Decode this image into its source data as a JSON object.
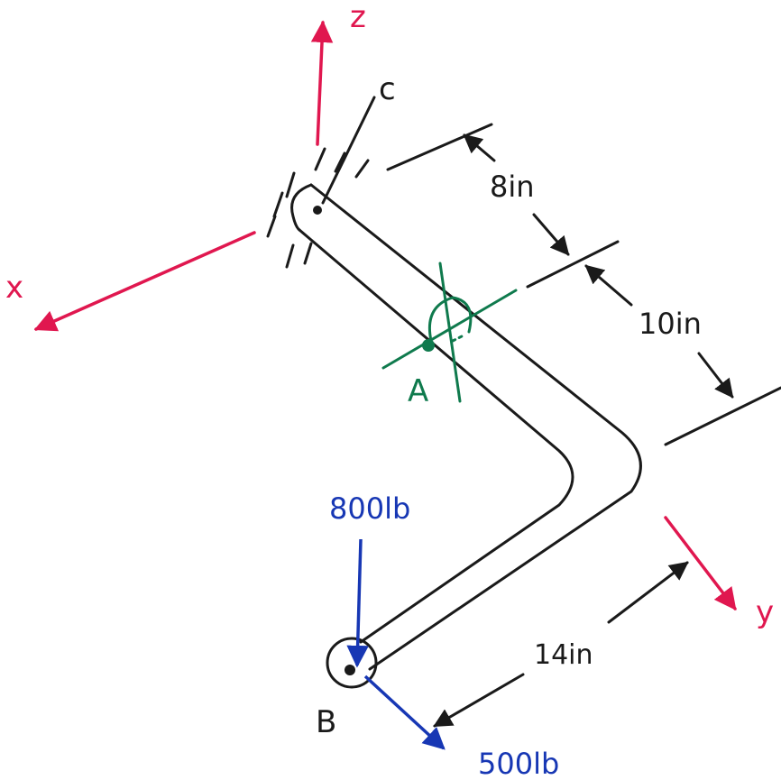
{
  "colors": {
    "ink": "#1a1a1a",
    "axis": "#e0174f",
    "section": "#0f7a4d",
    "load": "#1737b4"
  },
  "axes": {
    "z_label": "z",
    "x_label": "x",
    "y_label": "y"
  },
  "points": {
    "support_label": "c",
    "section_label": "A",
    "tip_label": "B"
  },
  "dimensions": {
    "segment_1": "8in",
    "segment_2": "10in",
    "segment_3": "14in"
  },
  "loads": {
    "vertical": "800lb",
    "horizontal": "500lb"
  }
}
